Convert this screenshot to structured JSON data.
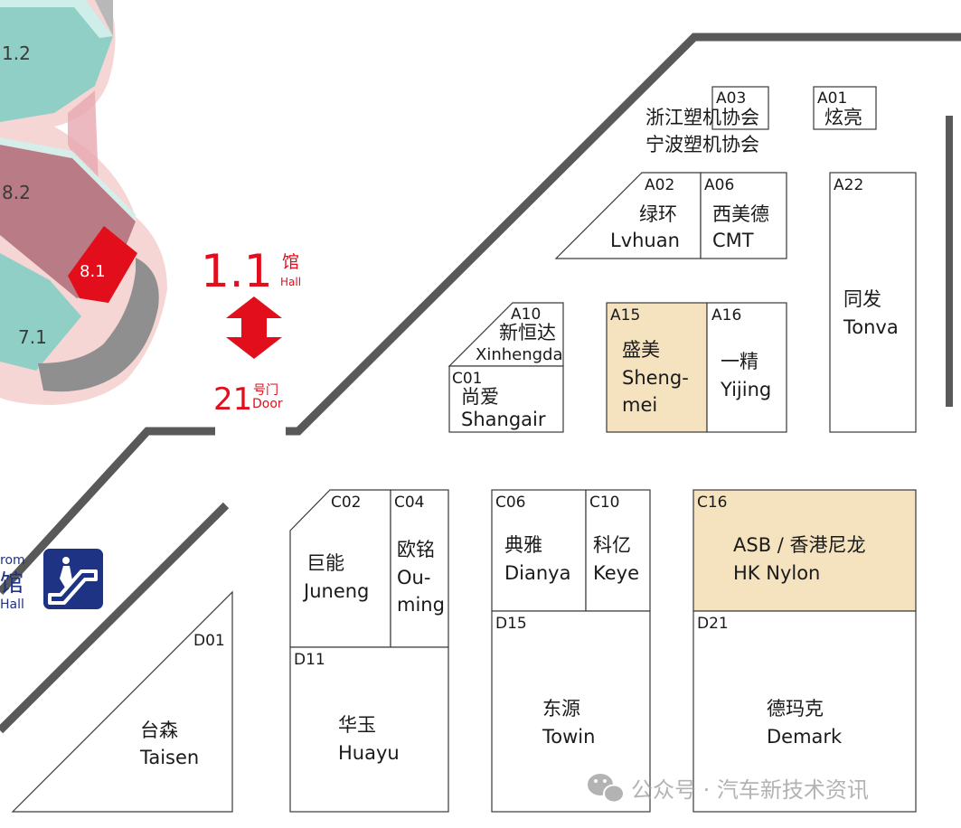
{
  "colors": {
    "highlight_booth": "#f5e3bf",
    "accent_red": "#e20e1b",
    "escalator_blue": "#1e3384",
    "wall_gray": "#595959",
    "hall_teal": "#8fcfc6",
    "hall_pink": "#f6d6d4"
  },
  "halls": {
    "h1_2": "1.2",
    "h8_2": "8.2",
    "h8_1": "8.1",
    "h7_1": "7.1"
  },
  "hall_marker": {
    "number": "1.1",
    "cn": "馆",
    "en": "Hall",
    "icon": "double-arrow-icon"
  },
  "door": {
    "number": "21",
    "cn": "号门",
    "en": "Door"
  },
  "from_sign": {
    "line1": "rom",
    "cn": "馆",
    "en": "Hall",
    "icon": "escalator-icon"
  },
  "booths": {
    "A03": {
      "id": "A03",
      "cn1": "浙江塑机协会",
      "cn2": "宁波塑机协会"
    },
    "A01": {
      "id": "A01",
      "cn": "炫亮"
    },
    "A02": {
      "id": "A02",
      "cn": "绿环",
      "en": "Lvhuan"
    },
    "A06": {
      "id": "A06",
      "cn": "西美德",
      "en": "CMT"
    },
    "A22": {
      "id": "A22",
      "cn": "同发",
      "en": "Tonva"
    },
    "A10": {
      "id": "A10",
      "cn": "新恒达",
      "en": "Xinhengda"
    },
    "C01": {
      "id": "C01",
      "cn": "尚爱",
      "en": "Shangair"
    },
    "A15": {
      "id": "A15",
      "cn": "盛美",
      "en1": "Sheng-",
      "en2": "mei",
      "highlight": true
    },
    "A16": {
      "id": "A16",
      "cn": "一精",
      "en": "Yijing"
    },
    "C02": {
      "id": "C02",
      "cn": "巨能",
      "en": "Juneng"
    },
    "C04": {
      "id": "C04",
      "cn": "欧铭",
      "en1": "Ou-",
      "en2": "ming"
    },
    "C06": {
      "id": "C06",
      "cn": "典雅",
      "en": "Dianya"
    },
    "C10": {
      "id": "C10",
      "cn": "科亿",
      "en": "Keye"
    },
    "C16": {
      "id": "C16",
      "line1": "ASB / 香港尼龙",
      "line2": "HK Nylon",
      "highlight": true
    },
    "D01": {
      "id": "D01",
      "cn": "台森",
      "en": "Taisen"
    },
    "D11": {
      "id": "D11",
      "cn": "华玉",
      "en": "Huayu"
    },
    "D15": {
      "id": "D15",
      "cn": "东源",
      "en": "Towin"
    },
    "D21": {
      "id": "D21",
      "cn": "德玛克",
      "en": "Demark"
    }
  },
  "watermark": {
    "text": "公众号 · 汽车新技术资讯",
    "icon": "wechat-icon"
  }
}
